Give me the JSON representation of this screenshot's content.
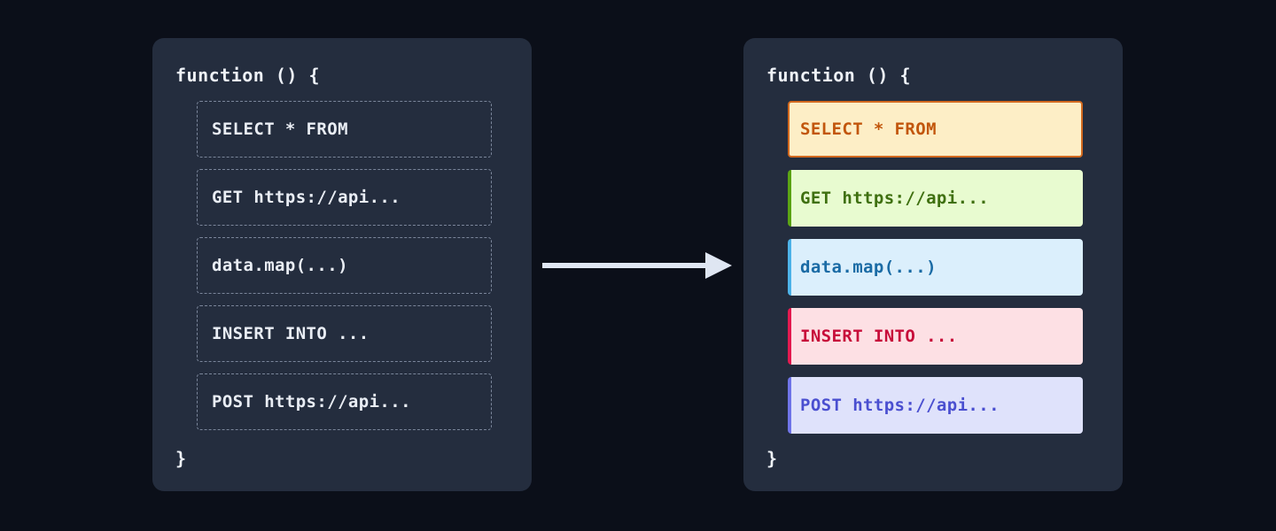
{
  "theme": {
    "page_background": "#0b0f19",
    "panel_background": "#242d3e",
    "code_text": "#eef2f8",
    "dashed_border": "#7b869b",
    "arrow_color": "#dfe6f2"
  },
  "diagram": {
    "title": "",
    "type": "before-after code highlighting",
    "arrow": {
      "direction": "right",
      "icon": "arrow-right-icon",
      "color": "#dfe6f2"
    }
  },
  "left_panel": {
    "name": "unhighlighted-code-panel",
    "function_open": "function () {",
    "function_close": "}",
    "items": [
      {
        "label": "SELECT * FROM"
      },
      {
        "label": "GET https://api..."
      },
      {
        "label": "data.map(...)"
      },
      {
        "label": "INSERT INTO ..."
      },
      {
        "label": "POST https://api..."
      }
    ]
  },
  "right_panel": {
    "name": "highlighted-code-panel",
    "function_open": "function () {",
    "function_close": "}",
    "items": [
      {
        "label": "SELECT * FROM",
        "kind": "sql-select",
        "background": "#fdeec6",
        "text_color": "#c2560c",
        "accent": "#d2691e",
        "full_border": true
      },
      {
        "label": "GET https://api...",
        "kind": "http-get",
        "background": "#e8fbd0",
        "text_color": "#3f7010",
        "accent": "#5aa313",
        "full_border": false
      },
      {
        "label": "data.map(...)",
        "kind": "js-map",
        "background": "#dbeffc",
        "text_color": "#1a6ba5",
        "accent": "#4cb2e8",
        "full_border": false
      },
      {
        "label": "INSERT INTO ...",
        "kind": "sql-insert",
        "background": "#fde0e4",
        "text_color": "#c70d3a",
        "accent": "#e3194f",
        "full_border": false
      },
      {
        "label": "POST https://api...",
        "kind": "http-post",
        "background": "#dfe2fb",
        "text_color": "#4a4fd0",
        "accent": "#6f74e8",
        "full_border": false
      }
    ]
  }
}
